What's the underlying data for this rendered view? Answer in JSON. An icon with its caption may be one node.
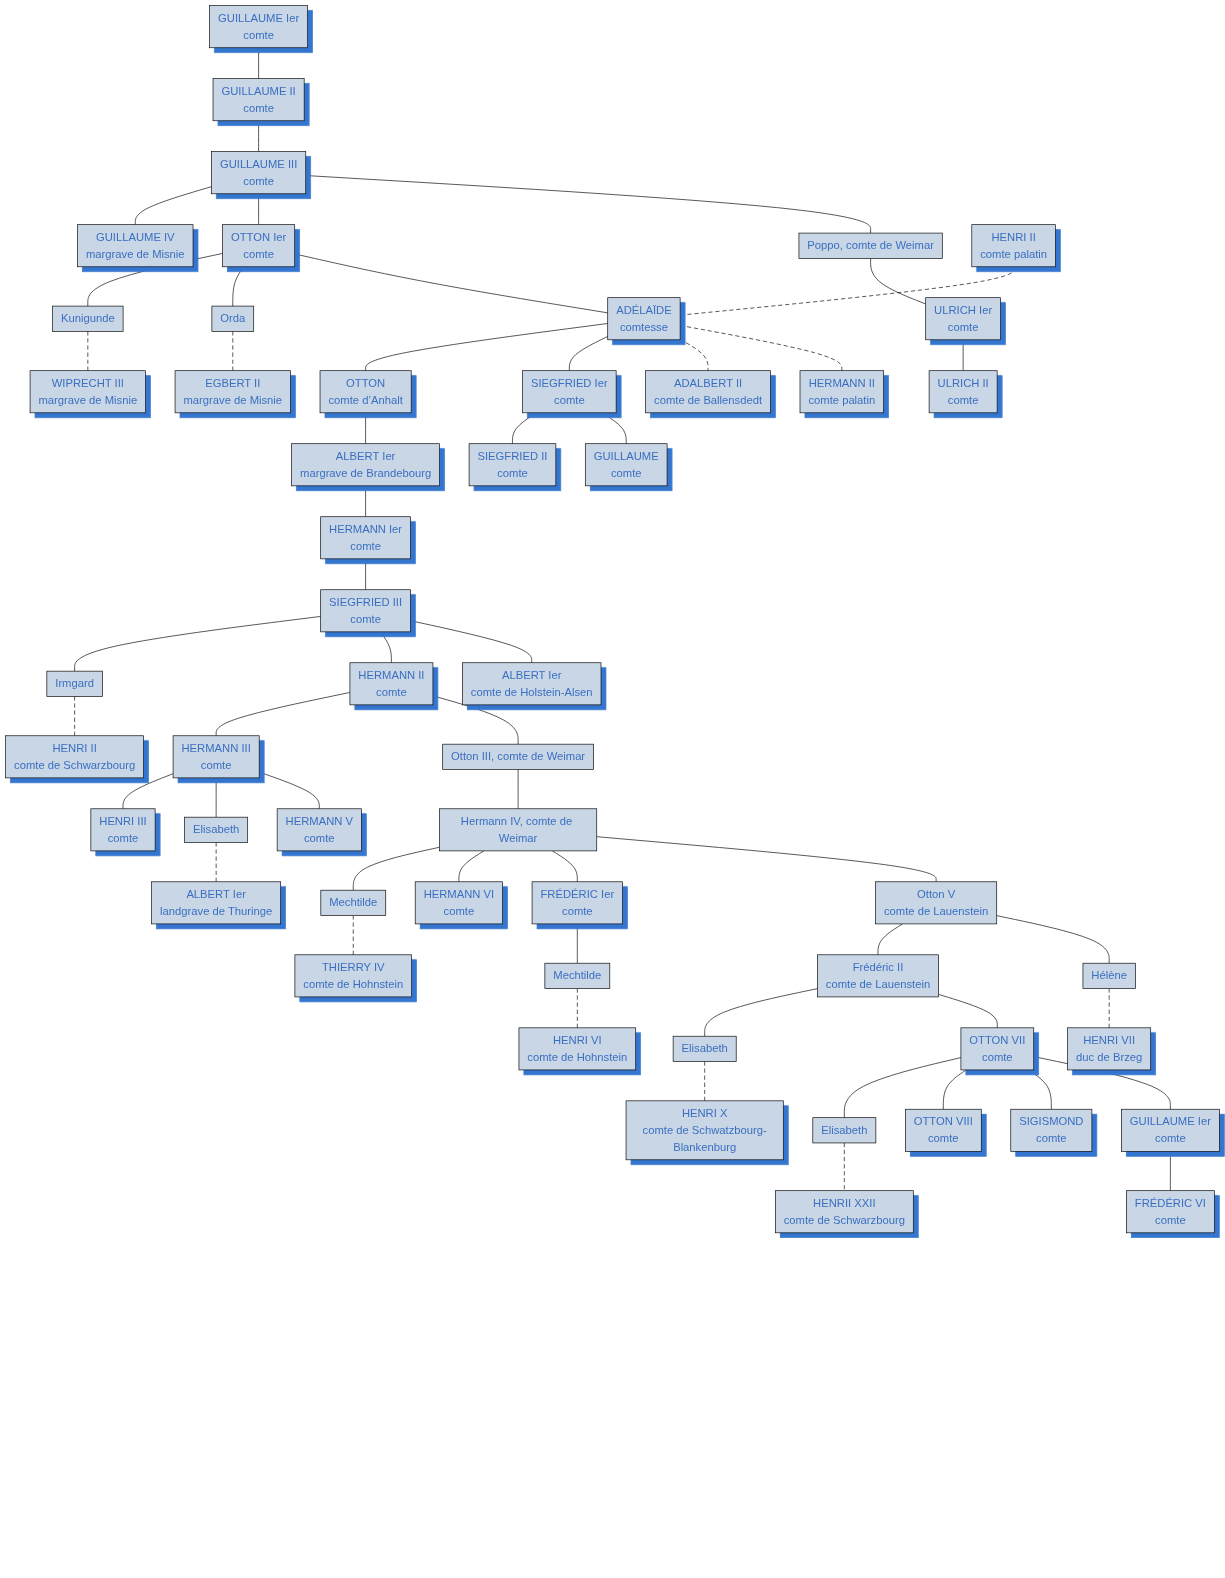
{
  "diagram": {
    "nodes": [
      {
        "text": [
          "GUILLAUME Ier",
          "comte"
        ]
      },
      {
        "text": [
          "GUILLAUME II",
          "comte"
        ]
      },
      {
        "text": [
          "GUILLAUME III",
          "comte"
        ]
      },
      {
        "text": [
          "Poppo, comte de Weimar"
        ]
      },
      {
        "text": [
          "OTTON Ier",
          "comte"
        ]
      },
      {
        "text": [
          "GUILLAUME IV",
          "margrave de Misnie"
        ]
      },
      {
        "text": [
          "ULRICH Ier",
          "comte"
        ]
      },
      {
        "text": [
          "HENRI II",
          "comte palatin"
        ]
      },
      {
        "text": [
          "ADÉLAÏDE",
          "comtesse"
        ]
      },
      {
        "text": [
          "ADALBERT II",
          "comte de Ballensdedt"
        ]
      },
      {
        "text": [
          "Orda"
        ]
      },
      {
        "text": [
          "EGBERT II",
          "margrave de Misnie"
        ]
      },
      {
        "text": [
          "Kunigunde"
        ]
      },
      {
        "text": [
          "WIPRECHT III",
          "margrave de Misnie"
        ]
      },
      {
        "text": [
          "ULRICH II",
          "comte"
        ]
      },
      {
        "text": [
          "HERMANN II",
          "comte palatin"
        ]
      },
      {
        "text": [
          "SIEGFRIED Ier",
          "comte"
        ]
      },
      {
        "text": [
          "OTTON",
          "comte d’Anhalt"
        ]
      },
      {
        "text": [
          "GUILLAUME",
          "comte"
        ]
      },
      {
        "text": [
          "SIEGFRIED II",
          "comte"
        ]
      },
      {
        "text": [
          "ALBERT Ier",
          "margrave de Brandebourg"
        ]
      },
      {
        "text": [
          "HERMANN Ier",
          "comte"
        ]
      },
      {
        "text": [
          "SIEGFRIED III",
          "comte"
        ]
      },
      {
        "text": [
          "ALBERT Ier",
          "comte de Holstein-Alsen"
        ]
      },
      {
        "text": [
          "HERMANN II",
          "comte"
        ]
      },
      {
        "text": [
          "Irmgard"
        ]
      },
      {
        "text": [
          "HENRI II",
          "comte de Schwarzbourg"
        ]
      },
      {
        "text": [
          "Otton III, comte de Weimar"
        ]
      },
      {
        "text": [
          "HERMANN III",
          "comte"
        ]
      },
      {
        "text": [
          "Hermann IV, comte de Weimar"
        ]
      },
      {
        "text": [
          "HERMANN V",
          "comte"
        ]
      },
      {
        "text": [
          "Elisabeth"
        ]
      },
      {
        "text": [
          "ALBERT Ier",
          "landgrave de Thuringe"
        ]
      },
      {
        "text": [
          "HENRI III",
          "comte"
        ]
      },
      {
        "text": [
          "Otton V",
          "comte de Lauenstein"
        ]
      },
      {
        "text": [
          "FRÉDÉRIC Ier",
          "comte"
        ]
      },
      {
        "text": [
          "HERMANN VI",
          "comte"
        ]
      },
      {
        "text": [
          "Mechtilde"
        ]
      },
      {
        "text": [
          "THIERRY IV",
          "comte de Hohnstein"
        ]
      },
      {
        "text": [
          "HENRI VII",
          "duc de Brzeg"
        ]
      },
      {
        "text": [
          "Hélène"
        ]
      },
      {
        "text": [
          "Frédéric II",
          "comte de Lauenstein"
        ]
      },
      {
        "text": [
          "Mechtilde"
        ]
      },
      {
        "text": [
          "HENRI VI",
          "comte de Hohnstein"
        ]
      },
      {
        "text": [
          "OTTON VII",
          "comte"
        ]
      },
      {
        "text": [
          "Elisabeth"
        ]
      },
      {
        "text": [
          "HENRI X",
          "comte de Schwatzbourg-Blankenburg"
        ]
      },
      {
        "text": [
          "GUILLAUME Ier",
          "comte"
        ]
      },
      {
        "text": [
          "SIGISMOND",
          "comte"
        ]
      },
      {
        "text": [
          "OTTON VIII",
          "comte"
        ]
      },
      {
        "text": [
          "Elisabeth"
        ]
      },
      {
        "text": [
          "HENRII XXII",
          "comte de Schwarzbourg"
        ]
      },
      {
        "text": [
          "FRÉDÉRIC VI",
          "comte"
        ]
      }
    ],
    "edges": [
      {
        "from": 0,
        "to": 1,
        "arrow": "none"
      },
      {
        "from": 1,
        "to": 2,
        "arrow": "none"
      },
      {
        "from": 2,
        "to": 3,
        "arrow": "none"
      },
      {
        "from": 2,
        "to": 4,
        "arrow": "none"
      },
      {
        "from": 2,
        "to": 5,
        "arrow": "none"
      },
      {
        "from": 3,
        "to": 6,
        "arrow": "none"
      },
      {
        "from": 4,
        "to": 8,
        "arrow": "none"
      },
      {
        "from": 4,
        "to": 10,
        "arrow": "none"
      },
      {
        "from": 4,
        "to": 12,
        "arrow": "none"
      },
      {
        "from": 7,
        "to": 8,
        "arrow": "none",
        "style": "dashed"
      },
      {
        "from": 8,
        "to": 15,
        "arrow": "none",
        "style": "dashed"
      },
      {
        "from": 8,
        "to": 9,
        "arrow": "none",
        "style": "dashed"
      },
      {
        "from": 10,
        "to": 11,
        "arrow": "none",
        "style": "dashed"
      },
      {
        "from": 12,
        "to": 13,
        "arrow": "none",
        "style": "dashed"
      },
      {
        "from": 6,
        "to": 14,
        "arrow": "none"
      },
      {
        "from": 8,
        "to": 16,
        "arrow": "none"
      },
      {
        "from": 8,
        "to": 17,
        "arrow": "none"
      },
      {
        "from": 16,
        "to": 18,
        "arrow": "none"
      },
      {
        "from": 16,
        "to": 19,
        "arrow": "none"
      },
      {
        "from": 17,
        "to": 20,
        "arrow": "none"
      },
      {
        "from": 20,
        "to": 21,
        "arrow": "none"
      },
      {
        "from": 21,
        "to": 22,
        "arrow": "none"
      },
      {
        "from": 22,
        "to": 23,
        "arrow": "none"
      },
      {
        "from": 22,
        "to": 24,
        "arrow": "none"
      },
      {
        "from": 22,
        "to": 25,
        "arrow": "none"
      },
      {
        "from": 25,
        "to": 26,
        "arrow": "none",
        "style": "dashed"
      },
      {
        "from": 24,
        "to": 27,
        "arrow": "none"
      },
      {
        "from": 24,
        "to": 28,
        "arrow": "none"
      },
      {
        "from": 27,
        "to": 29,
        "arrow": "none"
      },
      {
        "from": 28,
        "to": 30,
        "arrow": "none"
      },
      {
        "from": 28,
        "to": 31,
        "arrow": "none"
      },
      {
        "from": 28,
        "to": 33,
        "arrow": "none"
      },
      {
        "from": 31,
        "to": 32,
        "arrow": "none",
        "style": "dashed"
      },
      {
        "from": 29,
        "to": 34,
        "arrow": "none"
      },
      {
        "from": 29,
        "to": 35,
        "arrow": "none"
      },
      {
        "from": 29,
        "to": 36,
        "arrow": "none"
      },
      {
        "from": 29,
        "to": 37,
        "arrow": "none"
      },
      {
        "from": 37,
        "to": 38,
        "arrow": "none",
        "style": "dashed"
      },
      {
        "from": 34,
        "to": 40,
        "arrow": "none"
      },
      {
        "from": 34,
        "to": 41,
        "arrow": "none"
      },
      {
        "from": 40,
        "to": 39,
        "arrow": "none",
        "style": "dashed"
      },
      {
        "from": 35,
        "to": 42,
        "arrow": "none"
      },
      {
        "from": 42,
        "to": 43,
        "arrow": "none",
        "style": "dashed"
      },
      {
        "from": 41,
        "to": 44,
        "arrow": "none"
      },
      {
        "from": 41,
        "to": 45,
        "arrow": "none"
      },
      {
        "from": 45,
        "to": 46,
        "arrow": "none",
        "style": "dashed"
      },
      {
        "from": 44,
        "to": 47,
        "arrow": "none"
      },
      {
        "from": 44,
        "to": 48,
        "arrow": "none"
      },
      {
        "from": 44,
        "to": 49,
        "arrow": "none"
      },
      {
        "from": 44,
        "to": 50,
        "arrow": "none"
      },
      {
        "from": 50,
        "to": 51,
        "arrow": "none",
        "style": "dashed"
      },
      {
        "from": 47,
        "to": 52,
        "arrow": "none"
      }
    ]
  }
}
